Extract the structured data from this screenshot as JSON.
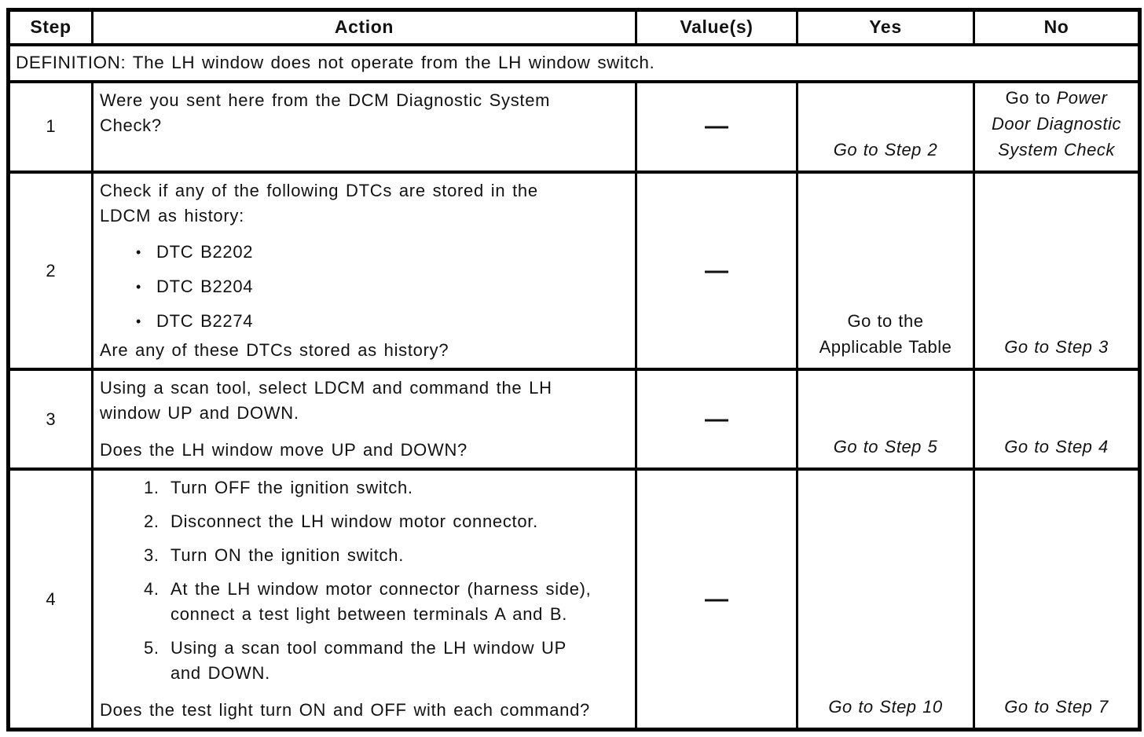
{
  "style": {
    "ink": "#121212",
    "border": "#000000",
    "paper": "#ffffff"
  },
  "glyphs": {
    "bullet": "•"
  },
  "header": {
    "step": "Step",
    "action": "Action",
    "values": "Value(s)",
    "yes": "Yes",
    "no": "No"
  },
  "definition": "DEFINITION: The LH window does not operate from the LH window switch.",
  "rows": [
    {
      "step": "1",
      "action": {
        "intro_lines": [
          "Were you sent here from the DCM Diagnostic System",
          "Check?"
        ]
      },
      "value": "—",
      "yes": {
        "italic": "Go to Step 2"
      },
      "no": {
        "line1_plain": "Go to ",
        "line1_italic": "Power",
        "line2_italic": "Door Diagnostic",
        "line3_italic": "System Check"
      }
    },
    {
      "step": "2",
      "action": {
        "intro_lines": [
          "Check if any of the following DTCs are stored in the",
          "LDCM as history:"
        ],
        "bullets": [
          "DTC B2202",
          "DTC B2204",
          "DTC B2274"
        ],
        "question": "Are any of these DTCs stored as history?"
      },
      "value": "—",
      "yes": {
        "line1": "Go to the",
        "line2": "Applicable Table"
      },
      "no": {
        "italic": "Go to Step 3"
      }
    },
    {
      "step": "3",
      "action": {
        "intro_lines": [
          "Using a scan tool, select LDCM and command the LH",
          "window UP and DOWN."
        ],
        "question": "Does the LH window move UP and DOWN?"
      },
      "value": "—",
      "yes": {
        "italic": "Go to Step 5"
      },
      "no": {
        "italic": "Go to Step 4"
      }
    },
    {
      "step": "4",
      "action": {
        "numbered": [
          {
            "num": "1.",
            "lines": [
              "Turn OFF the ignition switch."
            ]
          },
          {
            "num": "2.",
            "lines": [
              "Disconnect the LH window motor connector."
            ]
          },
          {
            "num": "3.",
            "lines": [
              "Turn ON the ignition switch."
            ]
          },
          {
            "num": "4.",
            "lines": [
              "At the LH window motor connector (harness side),",
              "connect a test light between terminals A and B."
            ]
          },
          {
            "num": "5.",
            "lines": [
              "Using a scan tool command the LH window UP",
              "and DOWN."
            ]
          }
        ],
        "question": "Does the test light turn ON and OFF with each command?"
      },
      "value": "—",
      "yes": {
        "italic": "Go to Step 10"
      },
      "no": {
        "italic": "Go to Step 7"
      }
    }
  ]
}
